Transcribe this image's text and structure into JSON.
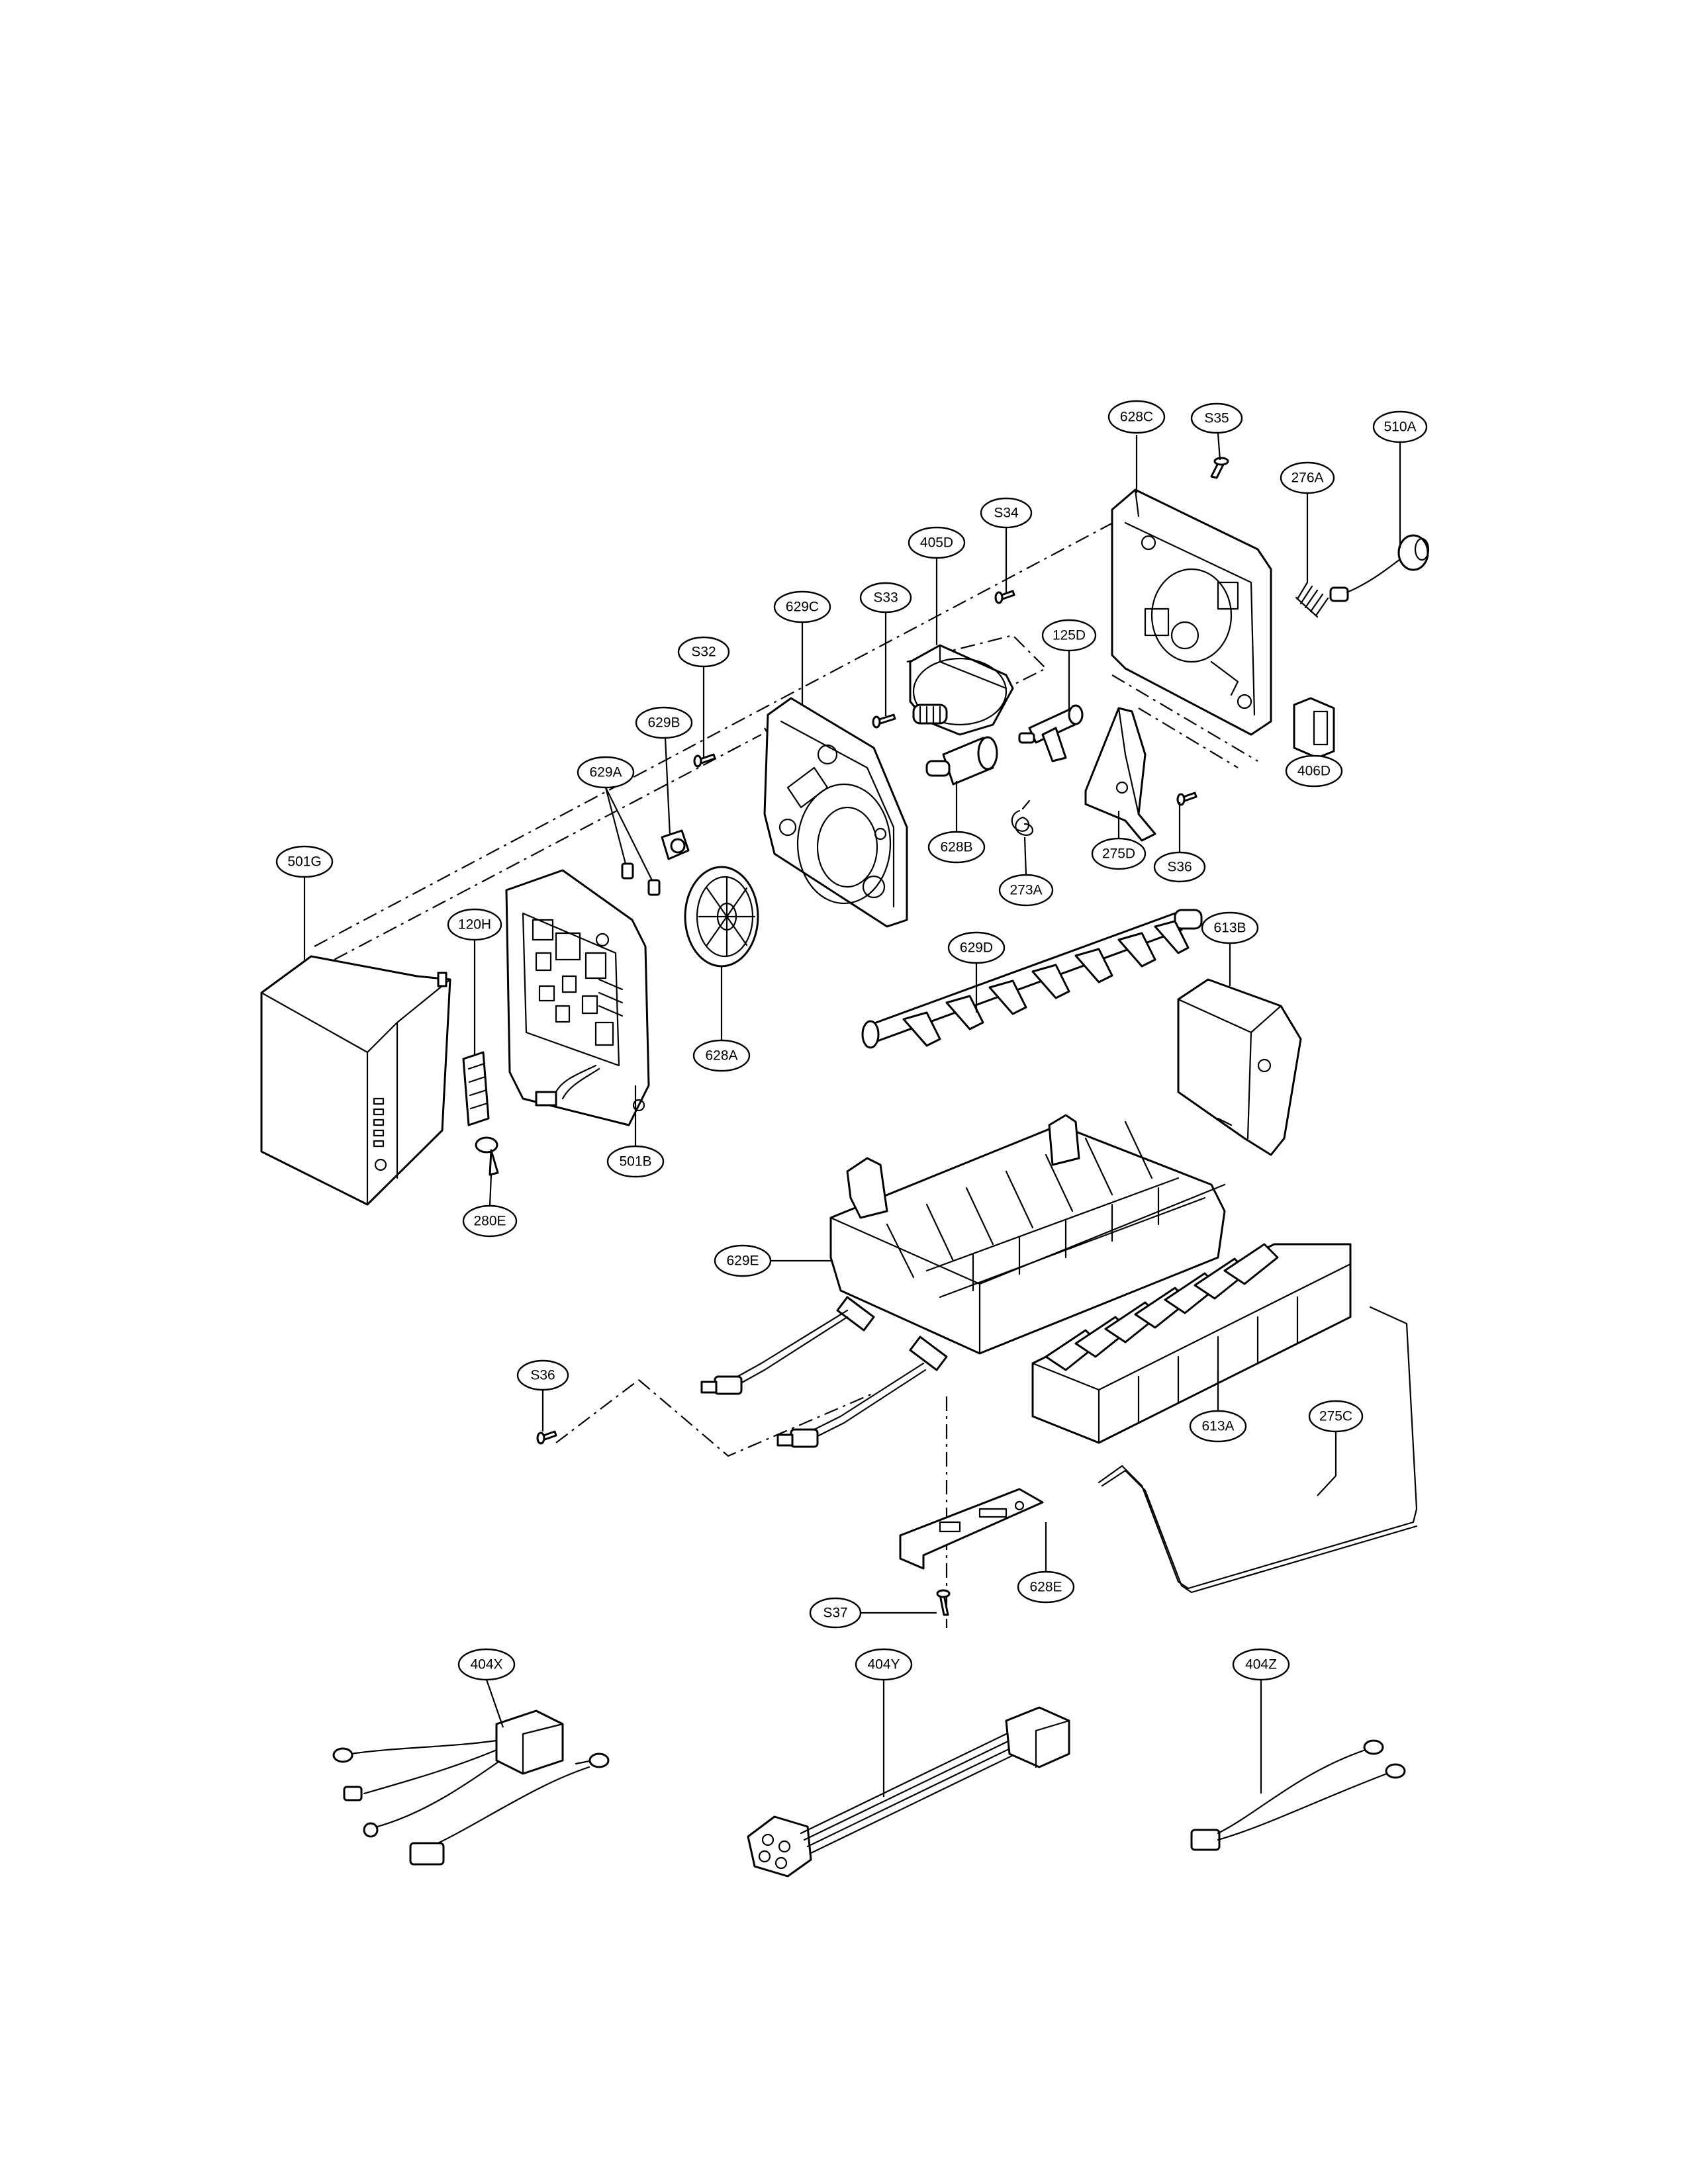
{
  "colors": {
    "line": "#000000",
    "background": "#ffffff"
  },
  "labels": {
    "l628C": "628C",
    "lS35": "S35",
    "l510A": "510A",
    "lS34": "S34",
    "l276A": "276A",
    "l405D": "405D",
    "l629C": "629C",
    "lS33": "S33",
    "l125D": "125D",
    "lS32": "S32",
    "l629B": "629B",
    "l629A": "629A",
    "l501G": "501G",
    "l406D": "406D",
    "l628B": "628B",
    "l273A": "273A",
    "l275D": "275D",
    "lS36a": "S36",
    "l613B": "613B",
    "l120H": "120H",
    "l629D": "629D",
    "l628A": "628A",
    "l501B": "501B",
    "l280E": "280E",
    "l629E": "629E",
    "lS36b": "S36",
    "l613A": "613A",
    "l275C": "275C",
    "l628E": "628E",
    "lS37": "S37",
    "l404X": "404X",
    "l404Y": "404Y",
    "l404Z": "404Z"
  }
}
